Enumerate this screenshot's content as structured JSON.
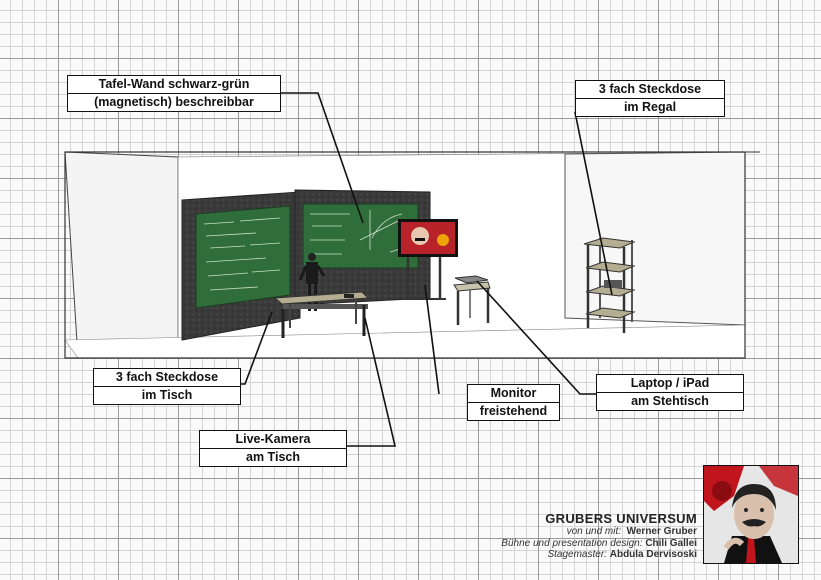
{
  "labels": {
    "tafel": [
      "Tafel-Wand schwarz-grün",
      "(magnetisch) beschreibbar"
    ],
    "steckdose_regal": [
      "3 fach Steckdose",
      "im Regal"
    ],
    "steckdose_tisch": [
      "3 fach Steckdose",
      "im Tisch"
    ],
    "monitor": [
      "Monitor",
      "freistehend"
    ],
    "laptop": [
      "Laptop / iPad",
      "am Stehtisch"
    ],
    "kamera": [
      "Live-Kamera",
      "am Tisch"
    ]
  },
  "credits": {
    "title": "GRUBERS UNIVERSUM",
    "line1_label": "von und mit:",
    "line1_value": "Werner Gruber",
    "line2_label": "Bühne und presentation design:",
    "line2_value": "Chili Gallei",
    "line3_label": "Stagemaster:",
    "line3_value": "Abdula Dervisoski"
  },
  "colors": {
    "chalkboard": "#2f6e3a",
    "wall": "#3b3b3b",
    "portrait_red": "#c0151c"
  }
}
